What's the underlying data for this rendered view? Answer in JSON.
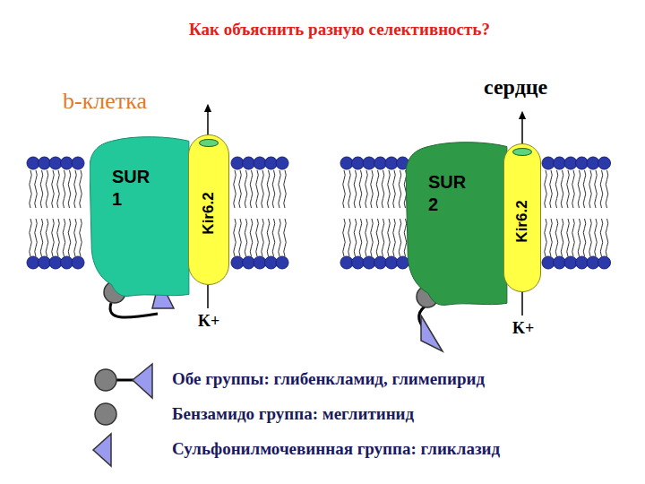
{
  "diagram": {
    "title": "Как объяснить разную селективность?",
    "nodes": [
      {
        "text": [
          "SUR 1"
        ]
      },
      {
        "text": [
          "Kir6.2"
        ]
      },
      {
        "text": [
          "SUR 2"
        ]
      },
      {
        "text": [
          "Kir6.2"
        ]
      }
    ],
    "labels": [
      "b-клетка",
      "сердце",
      "K+",
      "K+"
    ],
    "legend": [
      {
        "text": "Обе группы: глибенкламид, глимепирид"
      },
      {
        "text": "Бензамидо группа: меглитинид"
      },
      {
        "text": "Сульфонилмочевинная группа: гликлазид"
      }
    ]
  }
}
